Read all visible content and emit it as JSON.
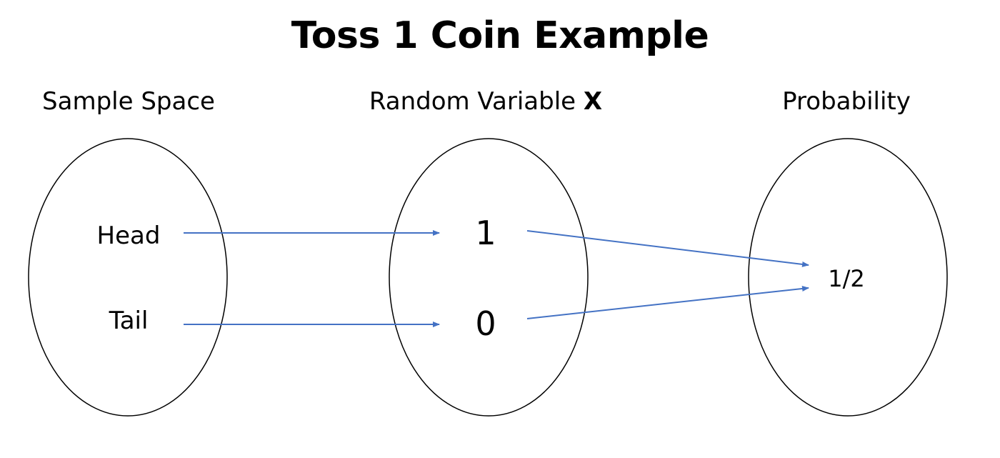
{
  "title": "Toss 1 Coin Example",
  "headings": {
    "sample_space": "Sample Space",
    "random_variable": "Random Variable ",
    "random_variable_symbol": "X",
    "probability": "Probability"
  },
  "sample_space": {
    "outcomes": [
      "Head",
      "Tail"
    ]
  },
  "random_variable": {
    "values": [
      "1",
      "0"
    ]
  },
  "probability": {
    "values": [
      "1/2"
    ]
  },
  "mappings": [
    {
      "from": "Head",
      "to": "1"
    },
    {
      "from": "Tail",
      "to": "0"
    },
    {
      "from": "1",
      "to": "1/2"
    },
    {
      "from": "0",
      "to": "1/2"
    }
  ],
  "colors": {
    "arrow": "#4472C4",
    "ellipse_stroke": "#000000",
    "text": "#000000"
  }
}
